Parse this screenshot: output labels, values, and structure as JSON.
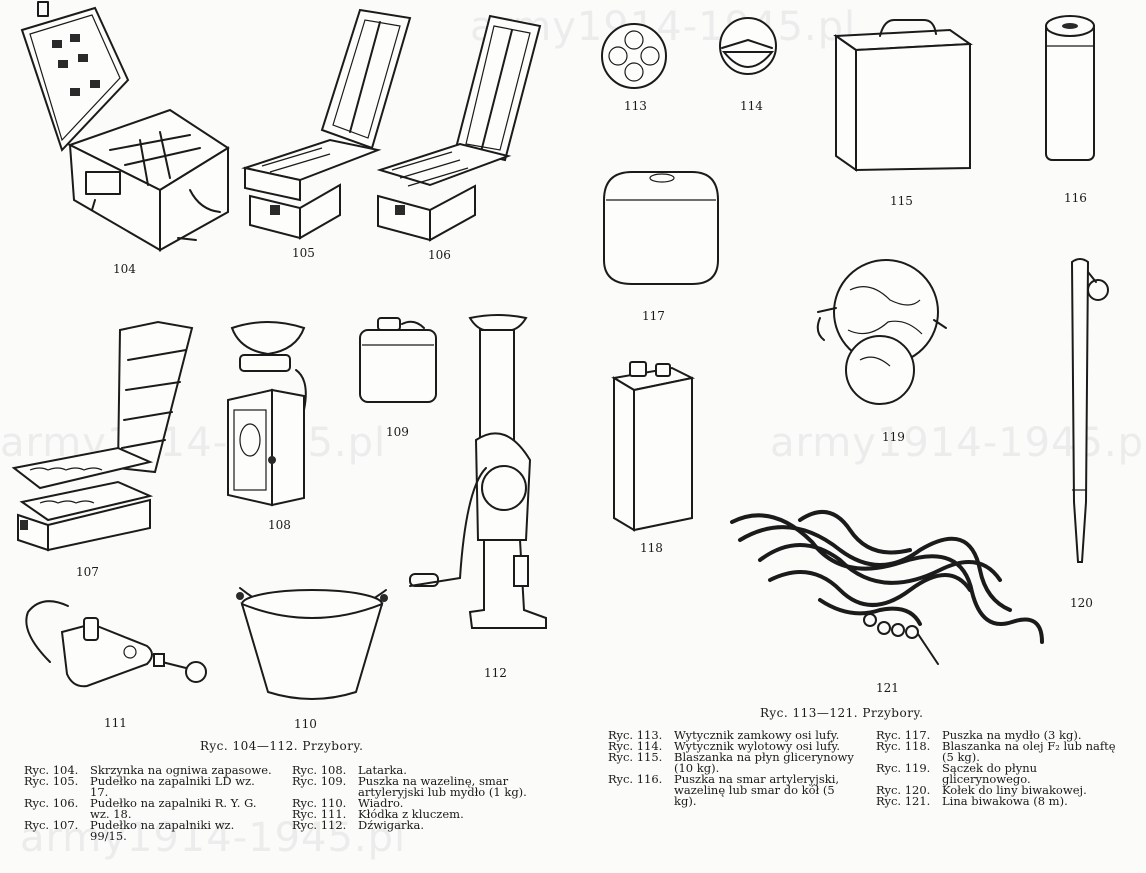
{
  "watermarks": [
    "army1914-1945.pl",
    "army1914-1945.pl",
    "army1914-1945.pl",
    "army1914-1945.pl"
  ],
  "figure_numbers": {
    "f104": "104",
    "f105": "105",
    "f106": "106",
    "f107": "107",
    "f108": "108",
    "f109": "109",
    "f110": "110",
    "f111": "111",
    "f112": "112",
    "f113": "113",
    "f114": "114",
    "f115": "115",
    "f116": "116",
    "f117": "117",
    "f118": "118",
    "f119": "119",
    "f120": "120",
    "f121": "121"
  },
  "captions": {
    "left": "Ryc. 104—112. Przybory.",
    "right": "Ryc. 113—121. Przybory."
  },
  "legend_left_a": [
    {
      "label": "Ryc. 104.",
      "text": "Skrzynka na ogniwa zapasowe."
    },
    {
      "label": "Ryc. 105.",
      "text": "Pudełko na zapalniki LD wz. 17."
    },
    {
      "label": "Ryc. 106.",
      "text": "Pudełko na zapalniki R. Y. G. wz. 18."
    },
    {
      "label": "Ryc. 107.",
      "text": "Pudełko na zapalniki wz. 99/15."
    }
  ],
  "legend_left_b": [
    {
      "label": "Ryc. 108.",
      "text": "Latarka."
    },
    {
      "label": "Ryc. 109.",
      "text": "Puszka na wazelinę, smar artyleryjski lub mydło (1 kg)."
    },
    {
      "label": "Ryc. 110.",
      "text": "Wiadro."
    },
    {
      "label": "Ryc. 111.",
      "text": "Kłódka z kluczem."
    },
    {
      "label": "Ryc. 112.",
      "text": "Dźwigarka."
    }
  ],
  "legend_right_a": [
    {
      "label": "Ryc. 113.",
      "text": "Wytycznik zamkowy osi lufy."
    },
    {
      "label": "Ryc. 114.",
      "text": "Wytycznik wylotowy osi lufy."
    },
    {
      "label": "Ryc. 115.",
      "text": "Blaszanka na płyn glicerynowy (10 kg)."
    },
    {
      "label": "Ryc. 116.",
      "text": "Puszka na smar artyleryjski, wazelinę lub smar do kół (5 kg)."
    }
  ],
  "legend_right_b": [
    {
      "label": "Ryc. 117.",
      "text": "Puszka na mydło (3 kg)."
    },
    {
      "label": "Ryc. 118.",
      "text": "Blaszanka na olej F₂ lub naftę (5 kg)."
    },
    {
      "label": "Ryc. 119.",
      "text": "Sączek do płynu glicerynowego."
    },
    {
      "label": "Ryc. 120.",
      "text": "Kołek do liny biwakowej."
    },
    {
      "label": "Ryc. 121.",
      "text": "Lina biwakowa (8 m)."
    }
  ]
}
